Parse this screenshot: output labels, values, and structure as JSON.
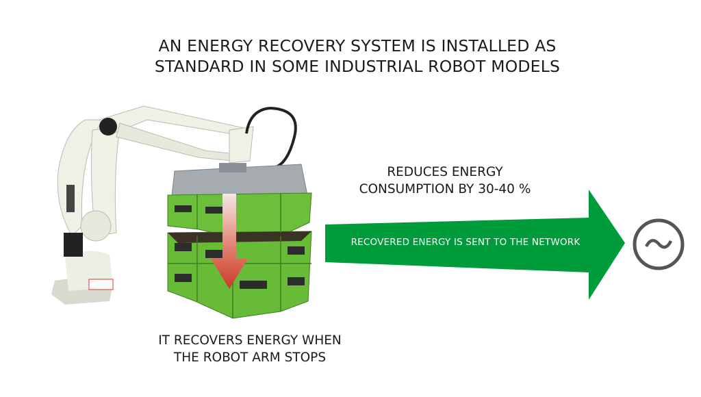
{
  "title": {
    "line1": "AN ENERGY RECOVERY SYSTEM IS INSTALLED AS",
    "line2": "STANDARD IN SOME INDUSTRIAL ROBOT MODELS"
  },
  "reduces": {
    "line1": "REDUCES ENERGY",
    "line2": "CONSUMPTION BY 30-40 %"
  },
  "arrow_label": "RECOVERED ENERGY IS SENT TO THE NETWORK",
  "recovers": {
    "line1": "IT RECOVERS ENERGY WHEN",
    "line2": "THE ROBOT ARM STOPS"
  },
  "icons": {
    "grid": "alternating-current-icon",
    "down": "down-arrow-icon"
  },
  "colors": {
    "green_arrow": "#009b3a",
    "crate_green": "#6cbf3a",
    "red_arrow": "#d9493a",
    "ac_circle": "#555555"
  }
}
